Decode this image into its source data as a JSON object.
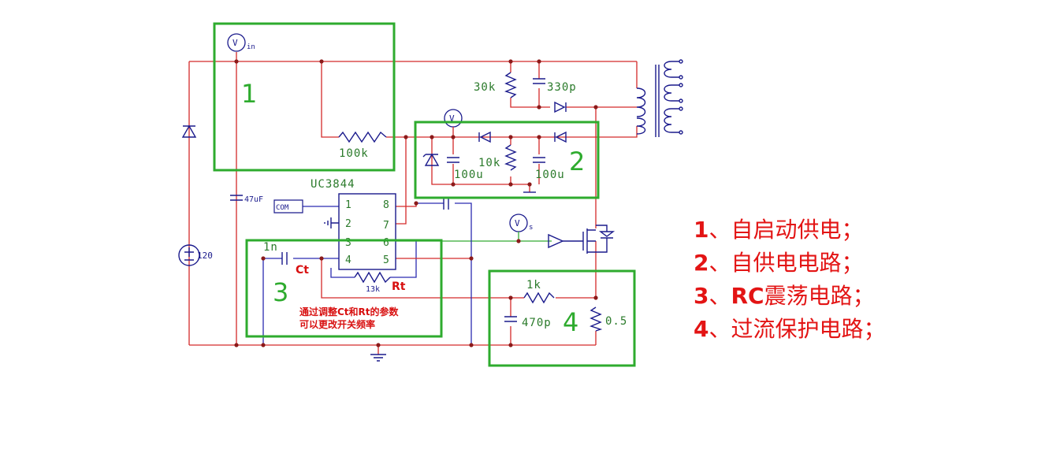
{
  "circuit": {
    "ic_name": "UC3844",
    "ic_pins": [
      "1",
      "2",
      "3",
      "4",
      "5",
      "6",
      "7",
      "8"
    ],
    "com_label": "COM",
    "vin_label": "V",
    "vin_sub": "in",
    "v_label": "V",
    "vs_sub": "s",
    "source_value": "120",
    "cap_main": "47uF",
    "res_start": "100k",
    "res_30k": "30k",
    "cap_330p": "330p",
    "cap_100u_a": "100u",
    "res_10k": "10k",
    "cap_100u_b": "100u",
    "cap_1n": "1n",
    "ct_label": "Ct",
    "res_13k": "13k",
    "rt_label": "Rt",
    "res_1k": "1k",
    "cap_470p": "470p",
    "res_sense": "0.5",
    "note_line1": "通过调整Ct和Rt的参数",
    "note_line2": "可以更改开关频率"
  },
  "regions": [
    {
      "num": "1"
    },
    {
      "num": "2"
    },
    {
      "num": "3"
    },
    {
      "num": "4"
    }
  ],
  "legend": [
    {
      "num": "1",
      "text": "、自启动供电；"
    },
    {
      "num": "2",
      "text": "、自供电电路；"
    },
    {
      "num": "3",
      "bold": "RC",
      "text": "、",
      "rest": "震荡电路；"
    },
    {
      "num": "4",
      "text": "、过流保护电路；"
    }
  ]
}
